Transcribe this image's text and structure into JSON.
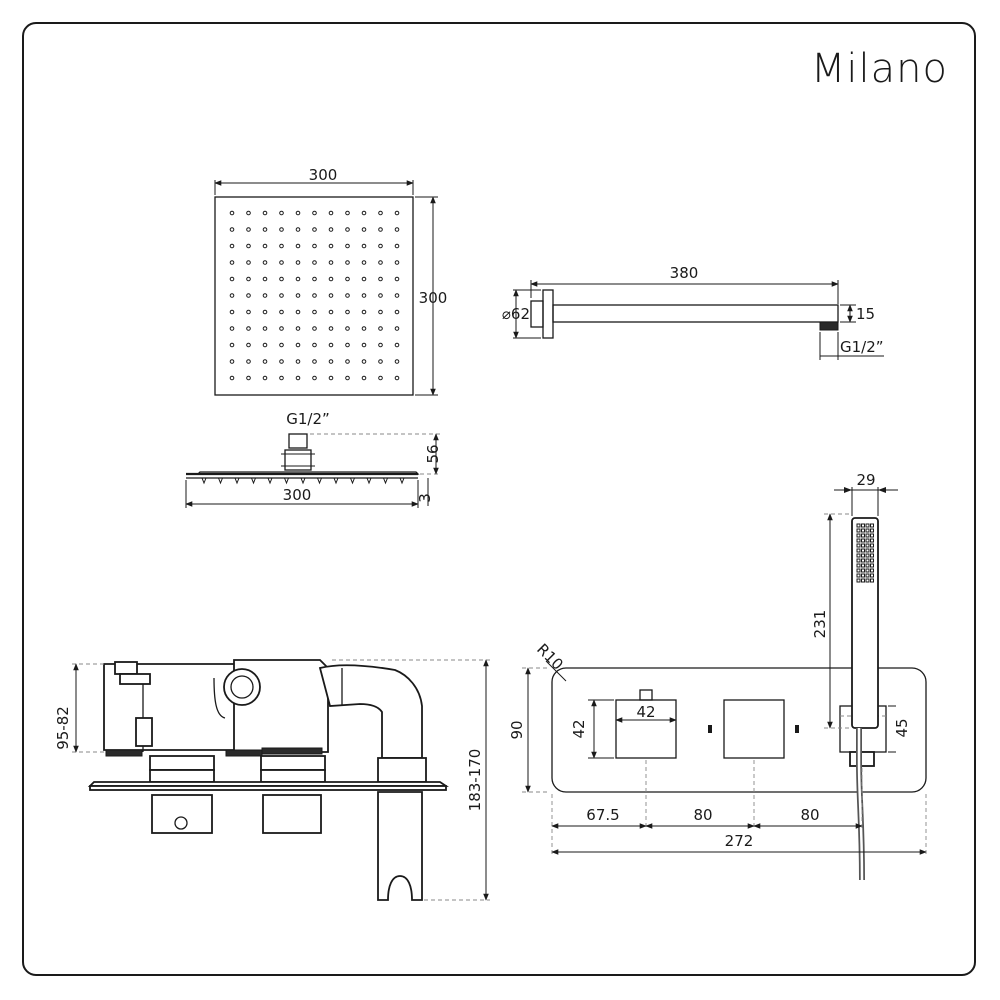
{
  "brand": {
    "name": "Milano"
  },
  "shower_head_top": {
    "width": "300",
    "height": "300"
  },
  "shower_head_side": {
    "thread": "G1/2”",
    "height": "56",
    "thickness": "3",
    "width": "300"
  },
  "shower_arm": {
    "length": "380",
    "flange_dia": "⌀62",
    "tube": "15",
    "thread": "G1/2”"
  },
  "valve_side": {
    "depth": "95-82",
    "height": "183-170"
  },
  "valve_front": {
    "radius": "R10",
    "height": "90",
    "knob_size": "42",
    "knob_w": "42",
    "offset_1": "67.5",
    "spacing_1": "80",
    "spacing_2": "80",
    "total": "272",
    "outlet": "45",
    "handset_width": "29",
    "handset_length": "231"
  }
}
